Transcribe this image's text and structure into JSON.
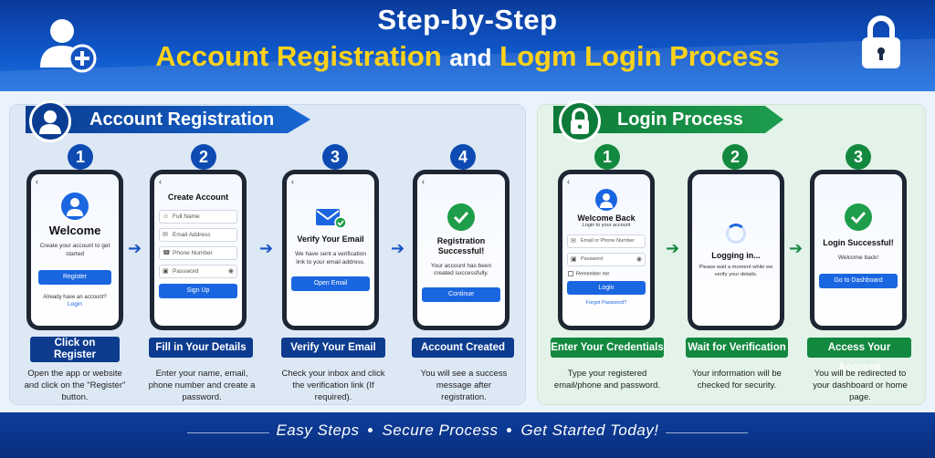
{
  "header": {
    "title_line1": "Step-by-Step",
    "title_yellow1": "Account Registration",
    "title_and": "and",
    "title_yellow2": "Logm Login Process",
    "icons": [
      "user-add-icon",
      "lock-icon"
    ],
    "colors": {
      "blue": "#0f56c8",
      "yellow": "#ffd21a",
      "green": "#13883f"
    }
  },
  "registration": {
    "title": "Account Registration",
    "steps": [
      {
        "number": "1",
        "screen": {
          "back": "‹",
          "title": "Welcome",
          "text": "Create your account to get started",
          "button": "Register",
          "footer_text": "Already have an account?",
          "footer_link": "Login"
        },
        "label_line1": "Click on",
        "label_line2": "Register",
        "desc": "Open the app or website and click on the \"Register\" button."
      },
      {
        "number": "2",
        "screen": {
          "back": "‹",
          "title": "Create Account",
          "fields": [
            "Full Name",
            "Email Address",
            "Phone Number",
            "Password"
          ],
          "button": "Sign Up"
        },
        "label": "Fill in Your Details",
        "desc": "Enter your name, email, phone number and create a password."
      },
      {
        "number": "3",
        "screen": {
          "back": "‹",
          "title": "Verify Your Email",
          "text": "We have sent a verification link to your email address.",
          "button": "Open Email"
        },
        "label": "Verify Your Email",
        "desc": "Check your inbox and click the verification link (If required)."
      },
      {
        "number": "4",
        "screen": {
          "back": "‹",
          "title_line1": "Registration",
          "title_line2": "Successful!",
          "text": "Your account has been created successfully.",
          "button": "Continue"
        },
        "label": "Account Created",
        "desc": "You will see a success message after registration."
      }
    ]
  },
  "login": {
    "title": "Login Process",
    "steps": [
      {
        "number": "1",
        "screen": {
          "back": "‹",
          "title": "Welcome Back",
          "subtitle": "Login to your account",
          "fields": [
            "Email or Phone Number",
            "Password"
          ],
          "remember": "Remember me",
          "button": "Login",
          "forgot": "Forgot Password?"
        },
        "label": "Enter Your Credentials",
        "desc": "Type your registered email/phone and password."
      },
      {
        "number": "2",
        "screen": {
          "title": "Logging in...",
          "text": "Please wait a moment while we verify your details."
        },
        "label": "Wait for Verification",
        "desc": "Your information will be checked for security."
      },
      {
        "number": "3",
        "screen": {
          "title": "Login Successful!",
          "text": "Welcome back!",
          "button": "Go to Dashboard"
        },
        "label": "Access Your Account",
        "desc": "You will be redirected to your dashboard or home page."
      }
    ]
  },
  "footer": {
    "items": [
      "Easy Steps",
      "Secure Process",
      "Get Started Today!"
    ]
  }
}
